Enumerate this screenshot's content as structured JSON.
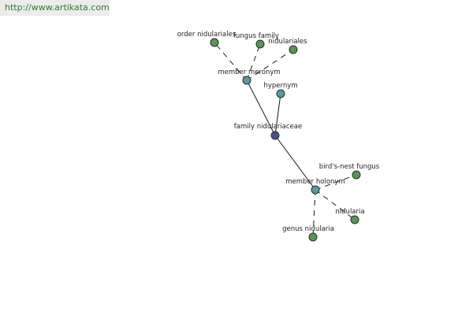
{
  "watermark": {
    "url": "http://www.artikata.com",
    "color": "#2f7a2f"
  },
  "colors": {
    "center": "#4b4f8c",
    "relation": "#5a9aa0",
    "leaf": "#5a9458"
  },
  "graph": {
    "nodes": [
      {
        "id": "center",
        "label": "family nidulariaceae",
        "kind": "center"
      },
      {
        "id": "meronym",
        "label": "member meronym",
        "kind": "relation"
      },
      {
        "id": "hypernym",
        "label": "hypernym",
        "kind": "relation"
      },
      {
        "id": "holonym",
        "label": "member holonym",
        "kind": "relation"
      },
      {
        "id": "order",
        "label": "order nidulariales",
        "kind": "leaf"
      },
      {
        "id": "fungus_family",
        "label": "fungus family",
        "kind": "leaf"
      },
      {
        "id": "nidulariales",
        "label": "nidulariales",
        "kind": "leaf"
      },
      {
        "id": "birds_nest",
        "label": "bird's-nest fungus",
        "kind": "leaf"
      },
      {
        "id": "nidularia",
        "label": "nidularia",
        "kind": "leaf"
      },
      {
        "id": "genus_nidularia",
        "label": "genus nidularia",
        "kind": "leaf"
      }
    ],
    "edges": [
      {
        "from": "center",
        "to": "meronym",
        "style": "solid"
      },
      {
        "from": "center",
        "to": "hypernym",
        "style": "solid"
      },
      {
        "from": "center",
        "to": "holonym",
        "style": "solid"
      },
      {
        "from": "meronym",
        "to": "order",
        "style": "dashed"
      },
      {
        "from": "meronym",
        "to": "fungus_family",
        "style": "dashed"
      },
      {
        "from": "meronym",
        "to": "nidulariales",
        "style": "dashed"
      },
      {
        "from": "holonym",
        "to": "birds_nest",
        "style": "dashed"
      },
      {
        "from": "holonym",
        "to": "nidularia",
        "style": "dashed"
      },
      {
        "from": "holonym",
        "to": "genus_nidularia",
        "style": "dashed"
      }
    ]
  }
}
